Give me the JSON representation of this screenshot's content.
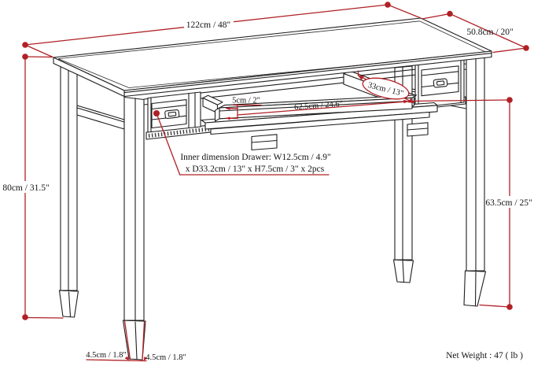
{
  "diagram": {
    "title": "desk-dimension-drawing",
    "labels": {
      "width": "122cm / 48\"",
      "depth": "50.8cm / 20\"",
      "height": "80cm / 31.5\"",
      "tray_floor_height": "63.5cm / 25\"",
      "tray_front_height": "5cm / 2\"",
      "tray_width": "62.5cm / 24.6\"",
      "tray_depth": "33cm / 13\"",
      "foot_left": "4.5cm / 1.8\"",
      "foot_right": "4.5cm / 1.8\"",
      "drawer_note_line1": "Inner dimension Drawer: W12.5cm / 4.9\"",
      "drawer_note_line2": "x D33.2cm / 13\" x H7.5cm / 3\" x 2pcs",
      "net_weight": "Net Weight : 47 ( lb )"
    },
    "colors": {
      "annotation_red": "#b02025",
      "line_black": "#1e1e1e",
      "background": "#ffffff"
    }
  }
}
